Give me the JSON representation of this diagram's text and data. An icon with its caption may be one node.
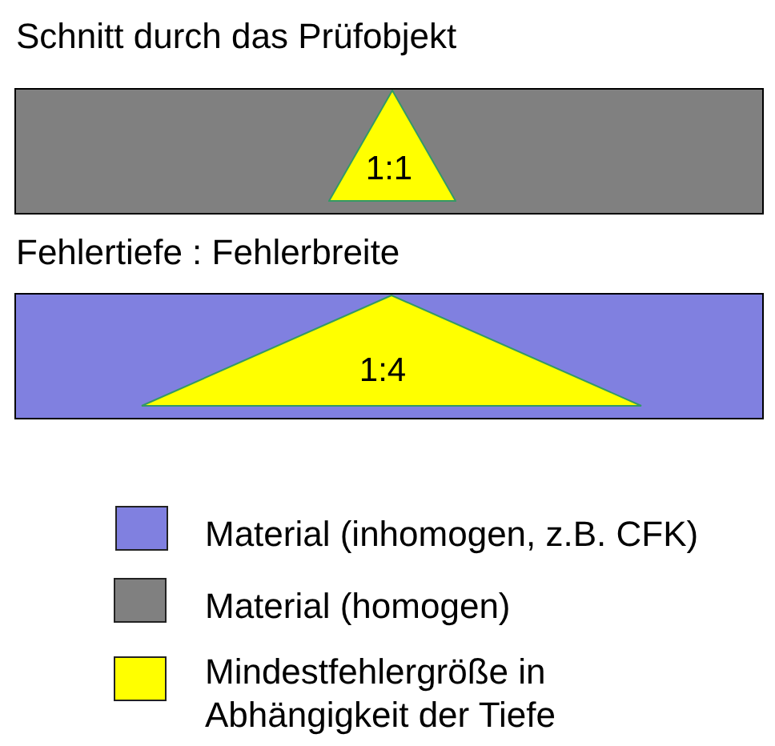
{
  "diagram": {
    "title": "Schnitt durch das Prüfobjekt",
    "nodes": [
      {
        "text": [],
        "shape": "bar"
      },
      {
        "text": [
          "1:1"
        ],
        "in": 0
      },
      {
        "text": [],
        "shape": "bar"
      },
      {
        "text": [
          "1:4"
        ],
        "in": 2
      }
    ],
    "labels": [
      "Fehlertiefe : Fehlerbreite"
    ],
    "legend": [
      {
        "text": "Material (inhomogen, z.B. CFK)",
        "color": "#8080e0"
      },
      {
        "text": "Material (homogen)",
        "color": "#808080"
      },
      {
        "text": "Mindestfehlergröße in Abhängigkeit der Tiefe",
        "color": "#ffff00"
      }
    ]
  }
}
